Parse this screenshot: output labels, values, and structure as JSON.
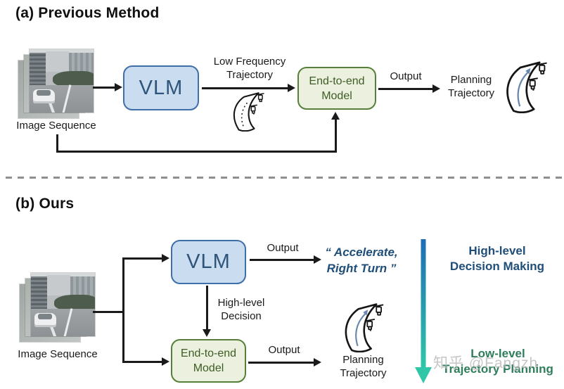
{
  "section_a": {
    "title": "(a) Previous Method",
    "image_label": "Image Sequence",
    "vlm": "VLM",
    "flow_label": [
      "Low Frequency",
      "Trajectory"
    ],
    "e2e": [
      "End-to-end",
      "Model"
    ],
    "output": "Output",
    "result": [
      "Planning",
      "Trajectory"
    ]
  },
  "section_b": {
    "title": "(b) Ours",
    "image_label": "Image Sequence",
    "vlm": "VLM",
    "vlm_output": "Output",
    "vlm_result": [
      "“ Accelerate,",
      "Right Turn ”"
    ],
    "mid_label": [
      "High-level",
      "Decision"
    ],
    "e2e": [
      "End-to-end",
      "Model"
    ],
    "e2e_output": "Output",
    "result": [
      "Planning",
      "Trajectory"
    ],
    "axis_top": [
      "High-level",
      "Decision Making"
    ],
    "axis_bottom": [
      "Low-level",
      "Trajectory Planning"
    ]
  },
  "watermark": "知乎 @Fangzh",
  "icons": {
    "road_dotted": "road-trajectory-dotted-icon",
    "road_arrow": "road-trajectory-arrow-icon",
    "image_stack": "image-sequence-thumbnail"
  },
  "colors": {
    "vlm_fill": "#C9DCF0",
    "vlm_border": "#3F6FA8",
    "vlm_text": "#2E5479",
    "e2e_fill": "#EBF1DE",
    "e2e_border": "#56803A",
    "e2e_text": "#3E5C25",
    "arrow": "#1A1A1A",
    "blue_heading": "#1F4E79",
    "green_heading": "#2E7D5B",
    "gradient_arrow_top": "#1E6DB4",
    "gradient_arrow_bottom": "#2FC7A8"
  }
}
